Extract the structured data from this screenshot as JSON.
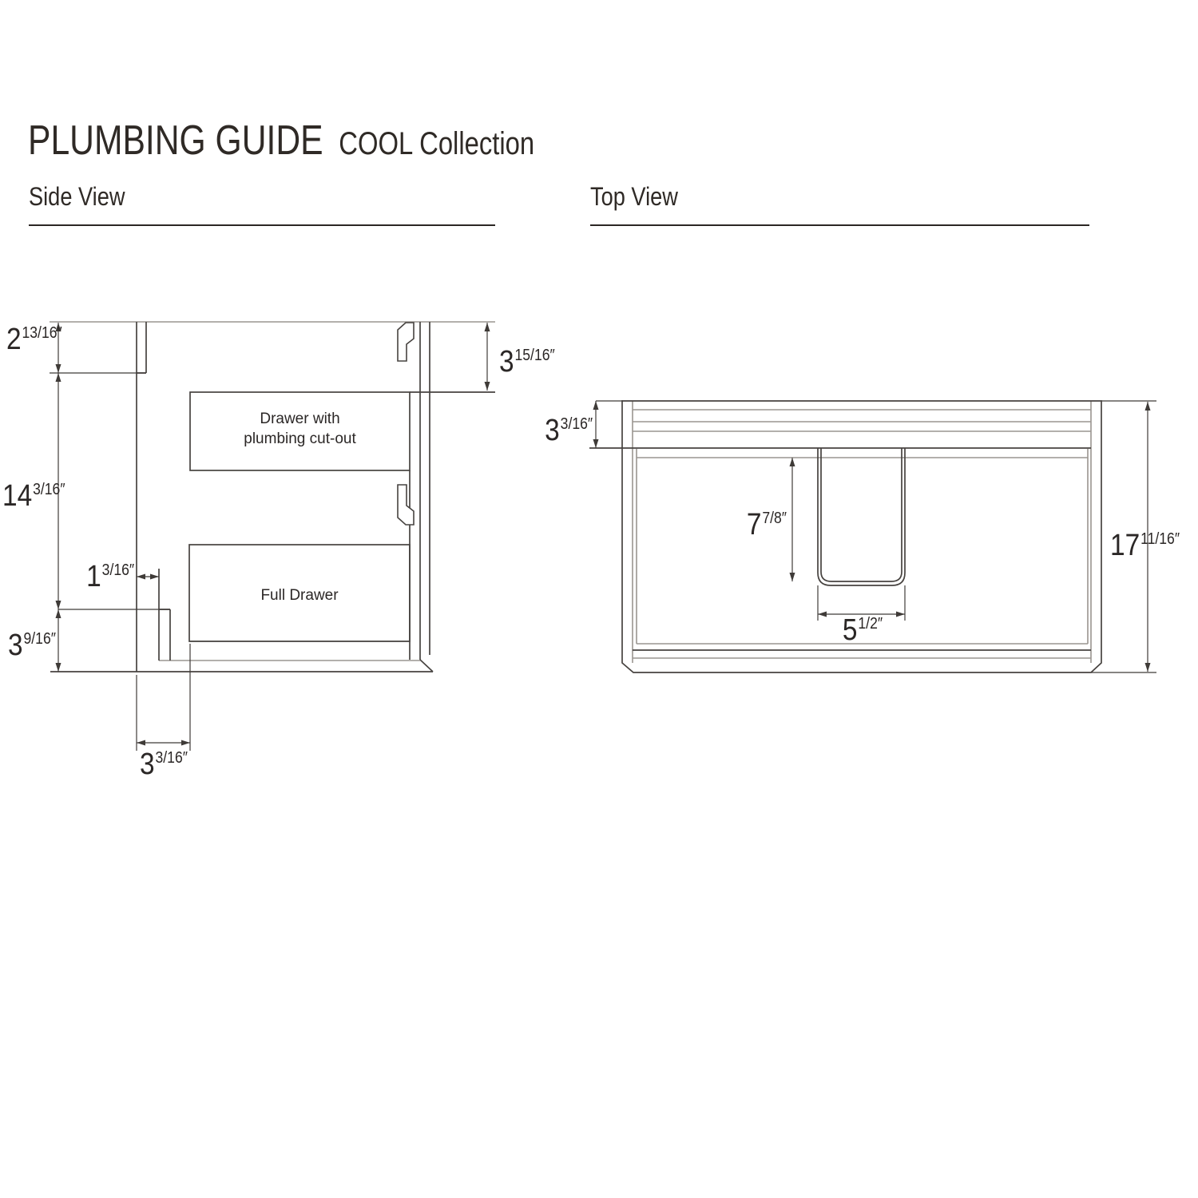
{
  "header": {
    "title": "PLUMBING GUIDE",
    "subtitle": "COOL Collection"
  },
  "side_view": {
    "label": "Side View",
    "drawer_top_label_line1": "Drawer with",
    "drawer_top_label_line2": "plumbing cut-out",
    "drawer_bottom_label": "Full Drawer",
    "dims": {
      "top_overhang": {
        "whole": "2",
        "frac": "13/16″"
      },
      "body_height": {
        "whole": "14",
        "frac": "3/16″"
      },
      "bottom_clearance": {
        "whole": "3",
        "frac": "9/16″"
      },
      "back_gap": {
        "whole": "1",
        "frac": "3/16″"
      },
      "top_drawer_offset": {
        "whole": "3",
        "frac": "15/16″"
      },
      "back_offset": {
        "whole": "3",
        "frac": "3/16″"
      }
    }
  },
  "top_view": {
    "label": "Top View",
    "dims": {
      "back_rail_depth": {
        "whole": "3",
        "frac": "3/16″"
      },
      "cutout_depth": {
        "whole": "7",
        "frac": "7/8″"
      },
      "cutout_width": {
        "whole": "5",
        "frac": "1/2″"
      },
      "cabinet_depth": {
        "whole": "17",
        "frac": "11/16″"
      }
    }
  },
  "colors": {
    "line_dark": "#474340",
    "line_gray": "#9a9590",
    "dim_line": "#3f3b38",
    "text": "#2b2726",
    "background": "#ffffff"
  }
}
